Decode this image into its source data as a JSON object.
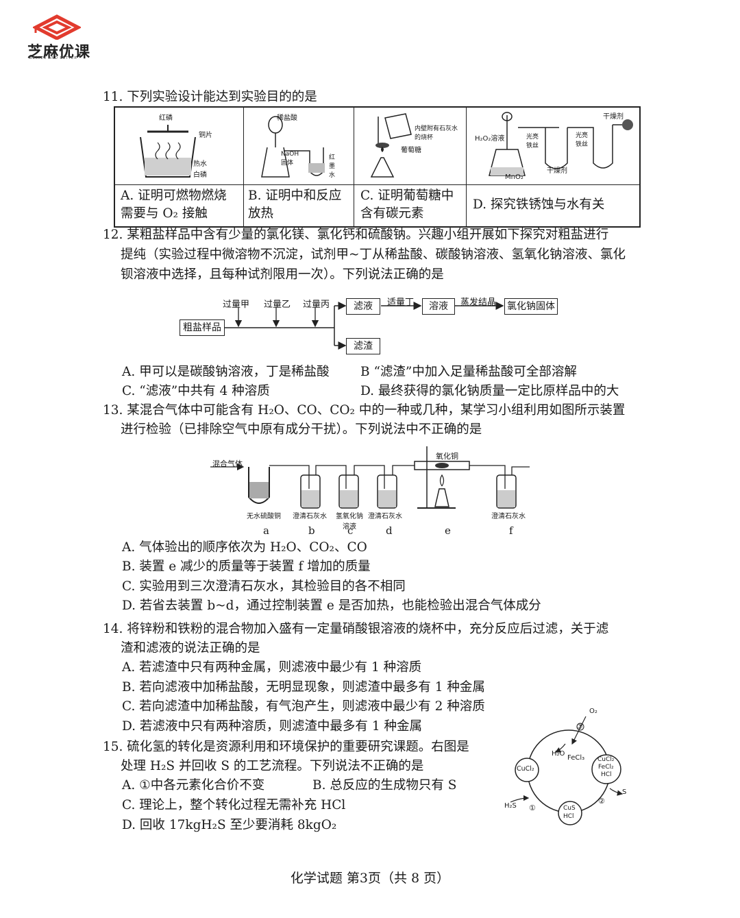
{
  "logo": {
    "text": "芝麻优课",
    "sub": "BETTER AND BETTER",
    "color": "#e23b2e"
  },
  "q11": {
    "stem": "11.  下列实验设计能达到实验目的的是",
    "diagram_labels": {
      "a": [
        "红磷",
        "铜片",
        "热水",
        "白磷"
      ],
      "b": [
        "稀盐酸",
        "NaOH固体",
        "红墨水"
      ],
      "c": [
        "内壁附有石灰水的烧杯",
        "葡萄糖"
      ],
      "d": [
        "干燥剂",
        "H₂O₂溶液",
        "光亮铁丝",
        "光亮铁丝",
        "干燥剂",
        "MnO₂"
      ]
    },
    "options": [
      {
        "l1": "A.  证明可燃物燃烧",
        "l2": "需要与 O₂ 接触"
      },
      {
        "l1": "B.  证明中和反应",
        "l2": "放热"
      },
      {
        "l1": "C.  证明葡萄糖中",
        "l2": "含有碳元素"
      },
      {
        "l1": "D.  探究铁锈蚀与水有关",
        "l2": ""
      }
    ]
  },
  "q12": {
    "l1": "12.  某粗盐样品中含有少量的氯化镁、氯化钙和硫酸钠。兴趣小组开展如下探究对粗盐进行",
    "l2": "提纯（实验过程中微溶物不沉淀，试剂甲~丁从稀盐酸、碳酸钠溶液、氢氧化钠溶液、氯化",
    "l3": "钡溶液中选择，且每种试剂限用一次）。下列说法正确的是",
    "flow": {
      "start": "粗盐样品",
      "reagents": [
        "过量甲",
        "过量乙",
        "过量丙"
      ],
      "filtrate": "滤液",
      "residue": "滤渣",
      "step2": "适量丁",
      "solution": "溶液",
      "step3": "蒸发结晶",
      "end": "氯化钠固体"
    },
    "optA": "A.  甲可以是碳酸钠溶液，丁是稀盐酸",
    "optB": "B  “滤渣”中加入足量稀盐酸可全部溶解",
    "optC": "C.  “滤液”中共有 4 种溶质",
    "optD": "D.  最终获得的氯化钠质量一定比原样品中的大"
  },
  "q13": {
    "l1": "13.  某混合气体中可能含有 H₂O、CO、CO₂ 中的一种或几种，某学习小组利用如图所示装置",
    "l2": "进行检验（已排除空气中原有成分干扰）。下列说法中不正确的是",
    "app": {
      "gas": "混合气体",
      "cuo": "氧化铜",
      "names": [
        "无水硫酸铜",
        "澄清石灰水",
        "氢氧化钠溶液",
        "澄清石灰水",
        "澄清石灰水"
      ],
      "letters": [
        "a",
        "b",
        "c",
        "d",
        "e",
        "f"
      ]
    },
    "optA": "A.  气体验出的顺序依次为 H₂O、CO₂、CO",
    "optB": "B.  装置 e 减少的质量等于装置 f 增加的质量",
    "optC": "C.  实验用到三次澄清石灰水，其检验目的各不相同",
    "optD": "D.  若省去装置 b~d，通过控制装置 e 是否加热，也能检验出混合气体成分"
  },
  "q14": {
    "l1": "14.  将锌粉和铁粉的混合物加入盛有一定量硝酸银溶液的烧杯中，充分反应后过滤，关于滤",
    "l2": "渣和滤液的说法正确的是",
    "optA": "A.  若滤渣中只有两种金属，则滤液中最少有 1 种溶质",
    "optB": "B.  若向滤液中加稀盐酸，无明显现象，则滤渣中最多有 1 种金属",
    "optC": "C.  若向滤渣中加稀盐酸，有气泡产生，则滤液中最少有 2 种溶质",
    "optD": "D.  若滤液中只有两种溶质，则滤渣中最多有 1 种金属"
  },
  "q15": {
    "l1": "15.   硫化氢的转化是资源利用和环境保护的重要研究课题。右图是",
    "l2": "处理 H₂S 并回收 S 的工艺流程。下列说法不正确的是",
    "optA": "A.  ①中各元素化合价不变",
    "optB": "B.  总反应的生成物只有 S",
    "optC": "C.  理论上，整个转化过程无需补充 HCl",
    "optD": "D.  回收 17kgH₂S 至少要消耗 8kgO₂",
    "cycle": {
      "o2": "O₂",
      "h2o": "H₂O",
      "fecl3": "FeCl₃",
      "cucl2": "CuCl₂",
      "right": [
        "CuCl₂",
        "FeCl₂",
        "HCl"
      ],
      "bottom": [
        "CuS",
        "HCl"
      ],
      "h2s": "H₂S",
      "s": "S",
      "steps": [
        "①",
        "②",
        "③"
      ]
    }
  },
  "footer": "化学试题  第3页（共 8 页）"
}
